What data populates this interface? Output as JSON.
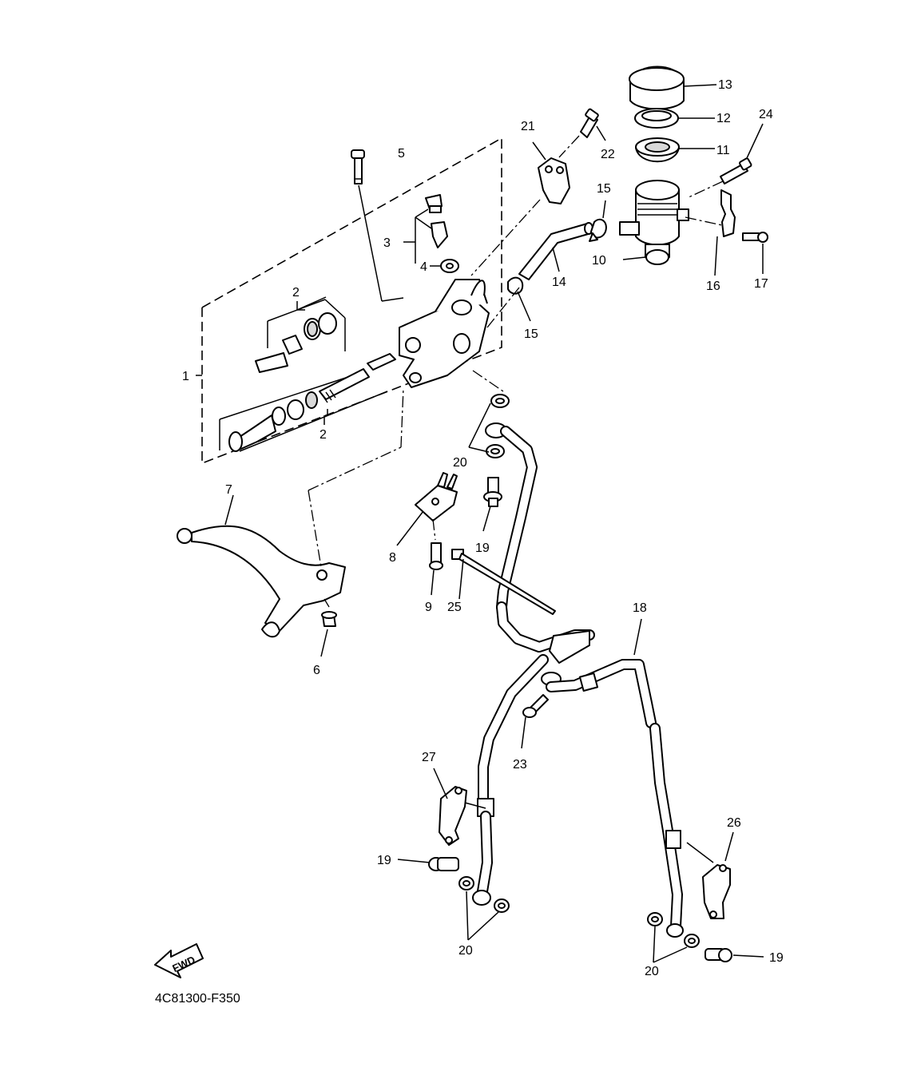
{
  "diagram": {
    "code": "4C81300-F350",
    "fwd_label": "FWD",
    "callouts": {
      "c1": "1",
      "c2a": "2",
      "c2b": "2",
      "c3": "3",
      "c4": "4",
      "c5": "5",
      "c6": "6",
      "c7": "7",
      "c8": "8",
      "c9": "9",
      "c10": "10",
      "c11": "11",
      "c12": "12",
      "c13": "13",
      "c14": "14",
      "c15a": "15",
      "c15b": "15",
      "c16": "16",
      "c17": "17",
      "c18": "18",
      "c19a": "19",
      "c19b": "19",
      "c19c": "19",
      "c20a": "20",
      "c20b": "20",
      "c20c": "20",
      "c21": "21",
      "c22": "22",
      "c23": "23",
      "c24": "24",
      "c25": "25",
      "c26": "26",
      "c27": "27"
    }
  }
}
